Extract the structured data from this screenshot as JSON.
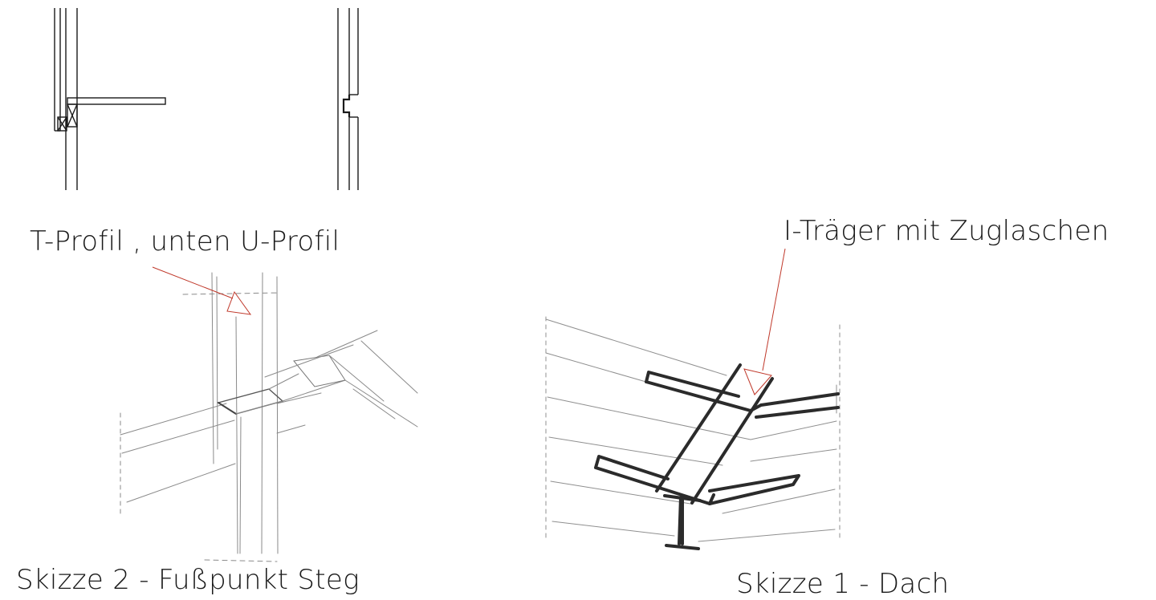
{
  "annotations": {
    "t_profil": "T-Profil , unten U-Profil",
    "i_traeger": "I-Träger mit Zuglaschen"
  },
  "captions": {
    "skizze_2": "Skizze 2 - Fußpunkt Steg",
    "skizze_1": "Skizze 1 - Dach"
  },
  "colors": {
    "ink": "#1a1a1a",
    "pencil": "#8a8a8a",
    "arrow": "#c0392b"
  }
}
